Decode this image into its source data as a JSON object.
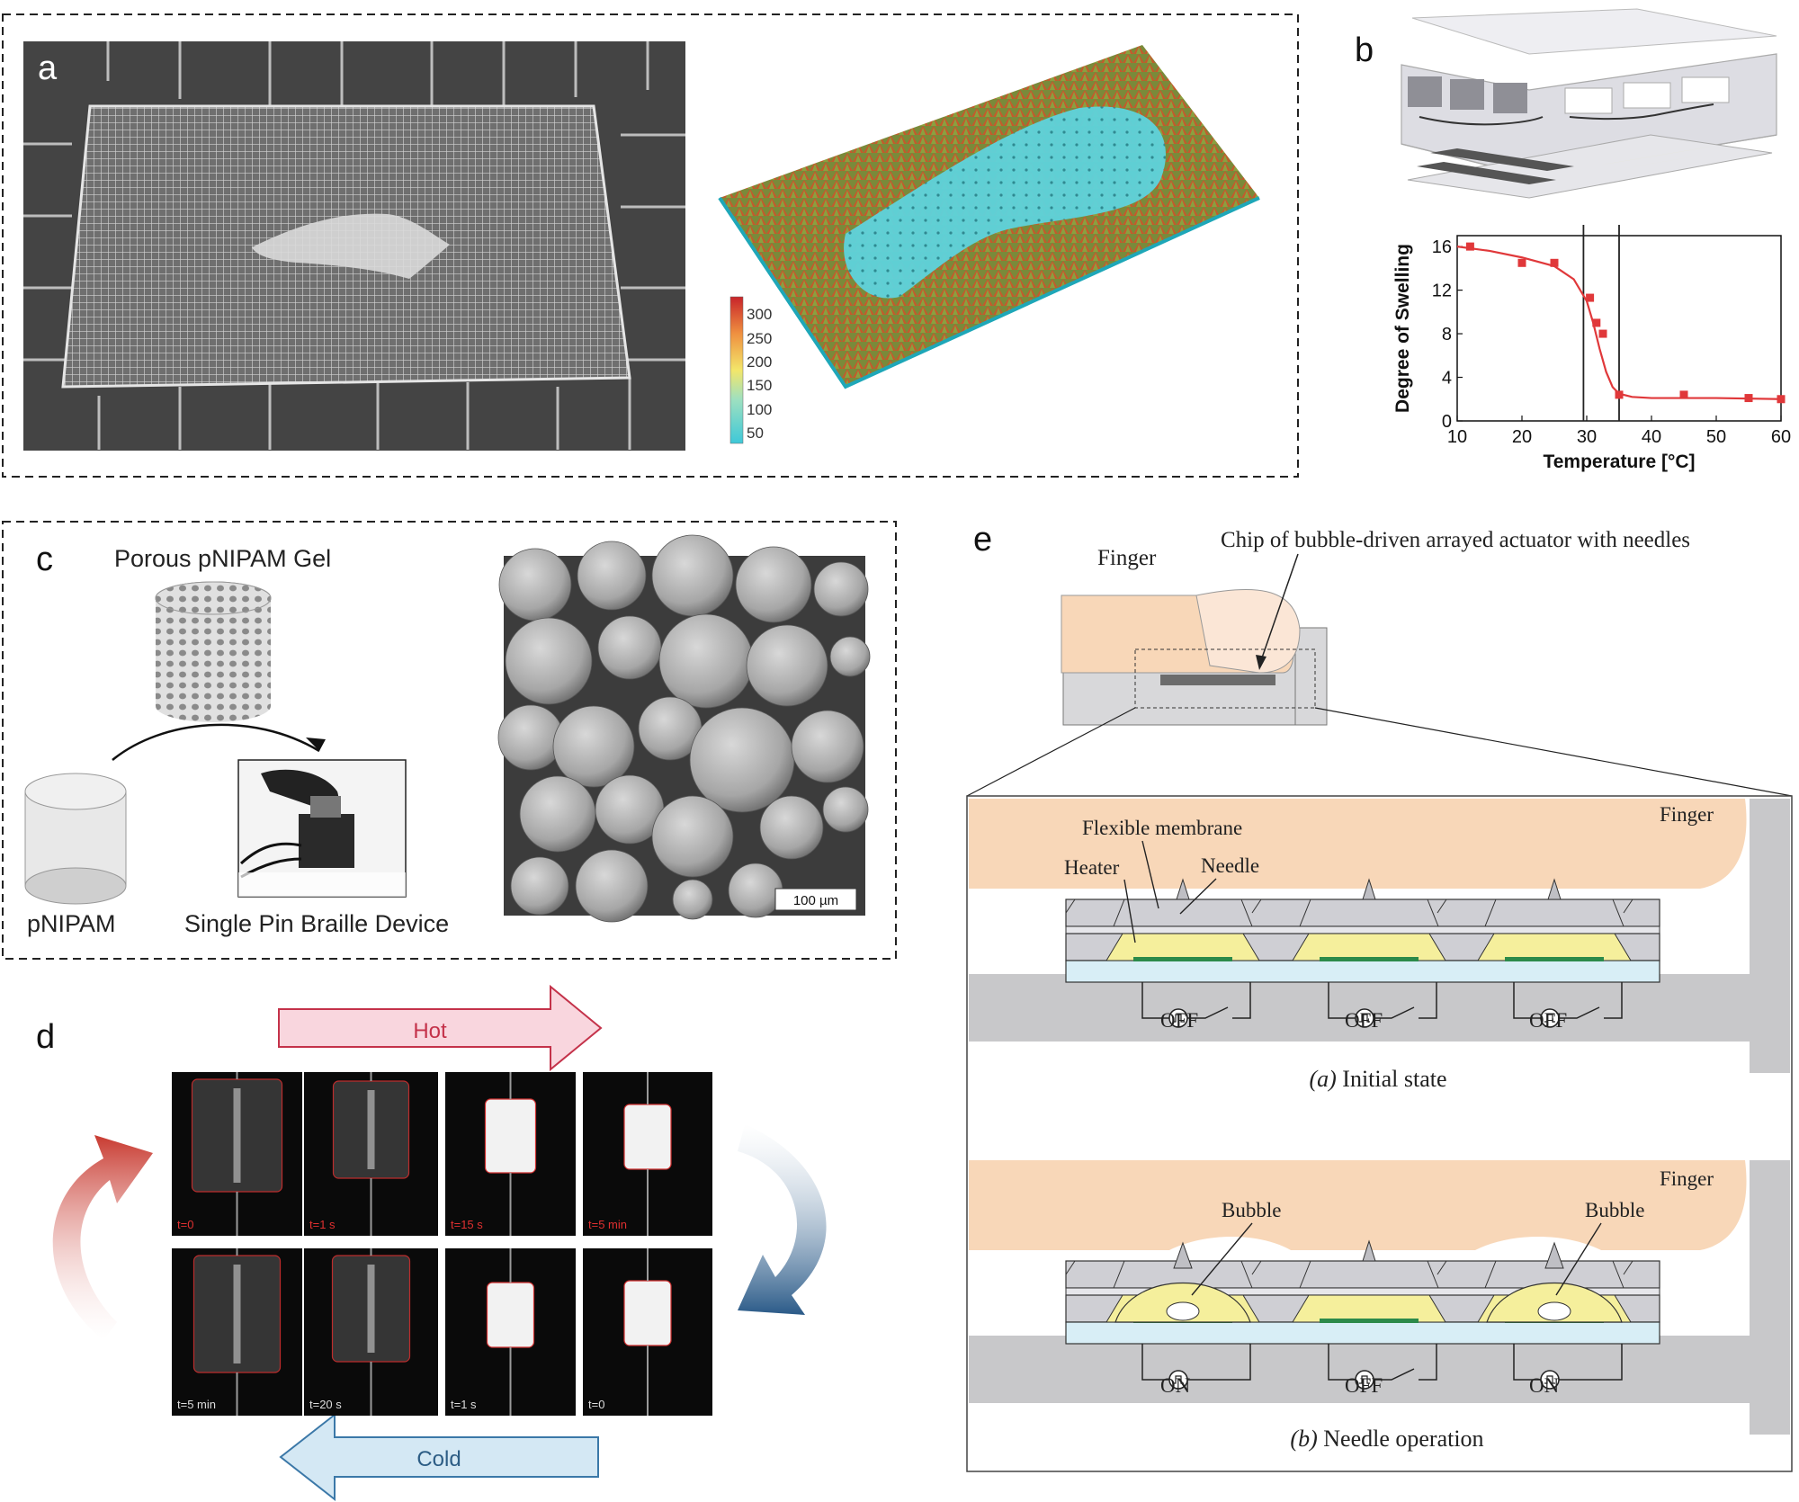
{
  "panels": {
    "a": {
      "letter": "a",
      "colorbar_ticks": [
        "300",
        "250",
        "200",
        "150",
        "100",
        "50"
      ]
    },
    "b": {
      "letter": "b",
      "chart_data": {
        "type": "scatter",
        "xlabel": "Temperature [°C]",
        "ylabel": "Degree of Swelling",
        "xlim": [
          10,
          60
        ],
        "ylim": [
          0,
          17
        ],
        "xticks": [
          "10",
          "20",
          "30",
          "40",
          "50",
          "60"
        ],
        "yticks": [
          "0",
          "4",
          "8",
          "12",
          "16"
        ],
        "points": [
          {
            "x": 12,
            "y": 16.0
          },
          {
            "x": 20,
            "y": 14.5
          },
          {
            "x": 25,
            "y": 14.5
          },
          {
            "x": 30.5,
            "y": 11.3
          },
          {
            "x": 31.5,
            "y": 9.0
          },
          {
            "x": 32.5,
            "y": 8.0
          },
          {
            "x": 35,
            "y": 2.4
          },
          {
            "x": 45,
            "y": 2.4
          },
          {
            "x": 55,
            "y": 2.1
          },
          {
            "x": 60,
            "y": 2.0
          }
        ],
        "fit": [
          [
            10,
            16.0
          ],
          [
            15,
            15.6
          ],
          [
            20,
            15.0
          ],
          [
            25,
            14.2
          ],
          [
            28,
            13.0
          ],
          [
            30,
            11.0
          ],
          [
            31,
            9.0
          ],
          [
            32,
            6.6
          ],
          [
            33,
            4.5
          ],
          [
            34,
            3.1
          ],
          [
            35,
            2.5
          ],
          [
            37,
            2.2
          ],
          [
            40,
            2.1
          ],
          [
            50,
            2.1
          ],
          [
            60,
            2.0
          ]
        ],
        "vlines": [
          29.5,
          35
        ],
        "color": "#e0383a"
      }
    },
    "c": {
      "letter": "c",
      "gel_label": "Porous pNIPAM Gel",
      "pnipam_label": "pNIPAM",
      "device_label": "Single Pin Braille Device",
      "scalebar_label": "100 µm"
    },
    "d": {
      "letter": "d",
      "hot_label": "Hot",
      "cold_label": "Cold",
      "frames_top": [
        "t=0",
        "t=1 s",
        "t=15 s",
        "t=5 min"
      ],
      "frames_bottom": [
        "t=5 min",
        "t=20 s",
        "t=1 s",
        "t=0"
      ]
    },
    "e": {
      "letter": "e",
      "finger_label": "Finger",
      "chip_label": "Chip of bubble-driven arrayed actuator with needles",
      "a_state": {
        "finger": "Finger",
        "membrane": "Flexible membrane",
        "heater": "Heater",
        "needle": "Needle",
        "switches": [
          "OFF",
          "OFF",
          "OFF"
        ],
        "caption_letter": "(a)",
        "caption_text": " Initial state"
      },
      "b_state": {
        "finger": "Finger",
        "bubble_left": "Bubble",
        "bubble_right": "Bubble",
        "switches": [
          "ON",
          "OFF",
          "ON"
        ],
        "caption_letter": "(b)",
        "caption_text": " Needle operation"
      }
    }
  }
}
